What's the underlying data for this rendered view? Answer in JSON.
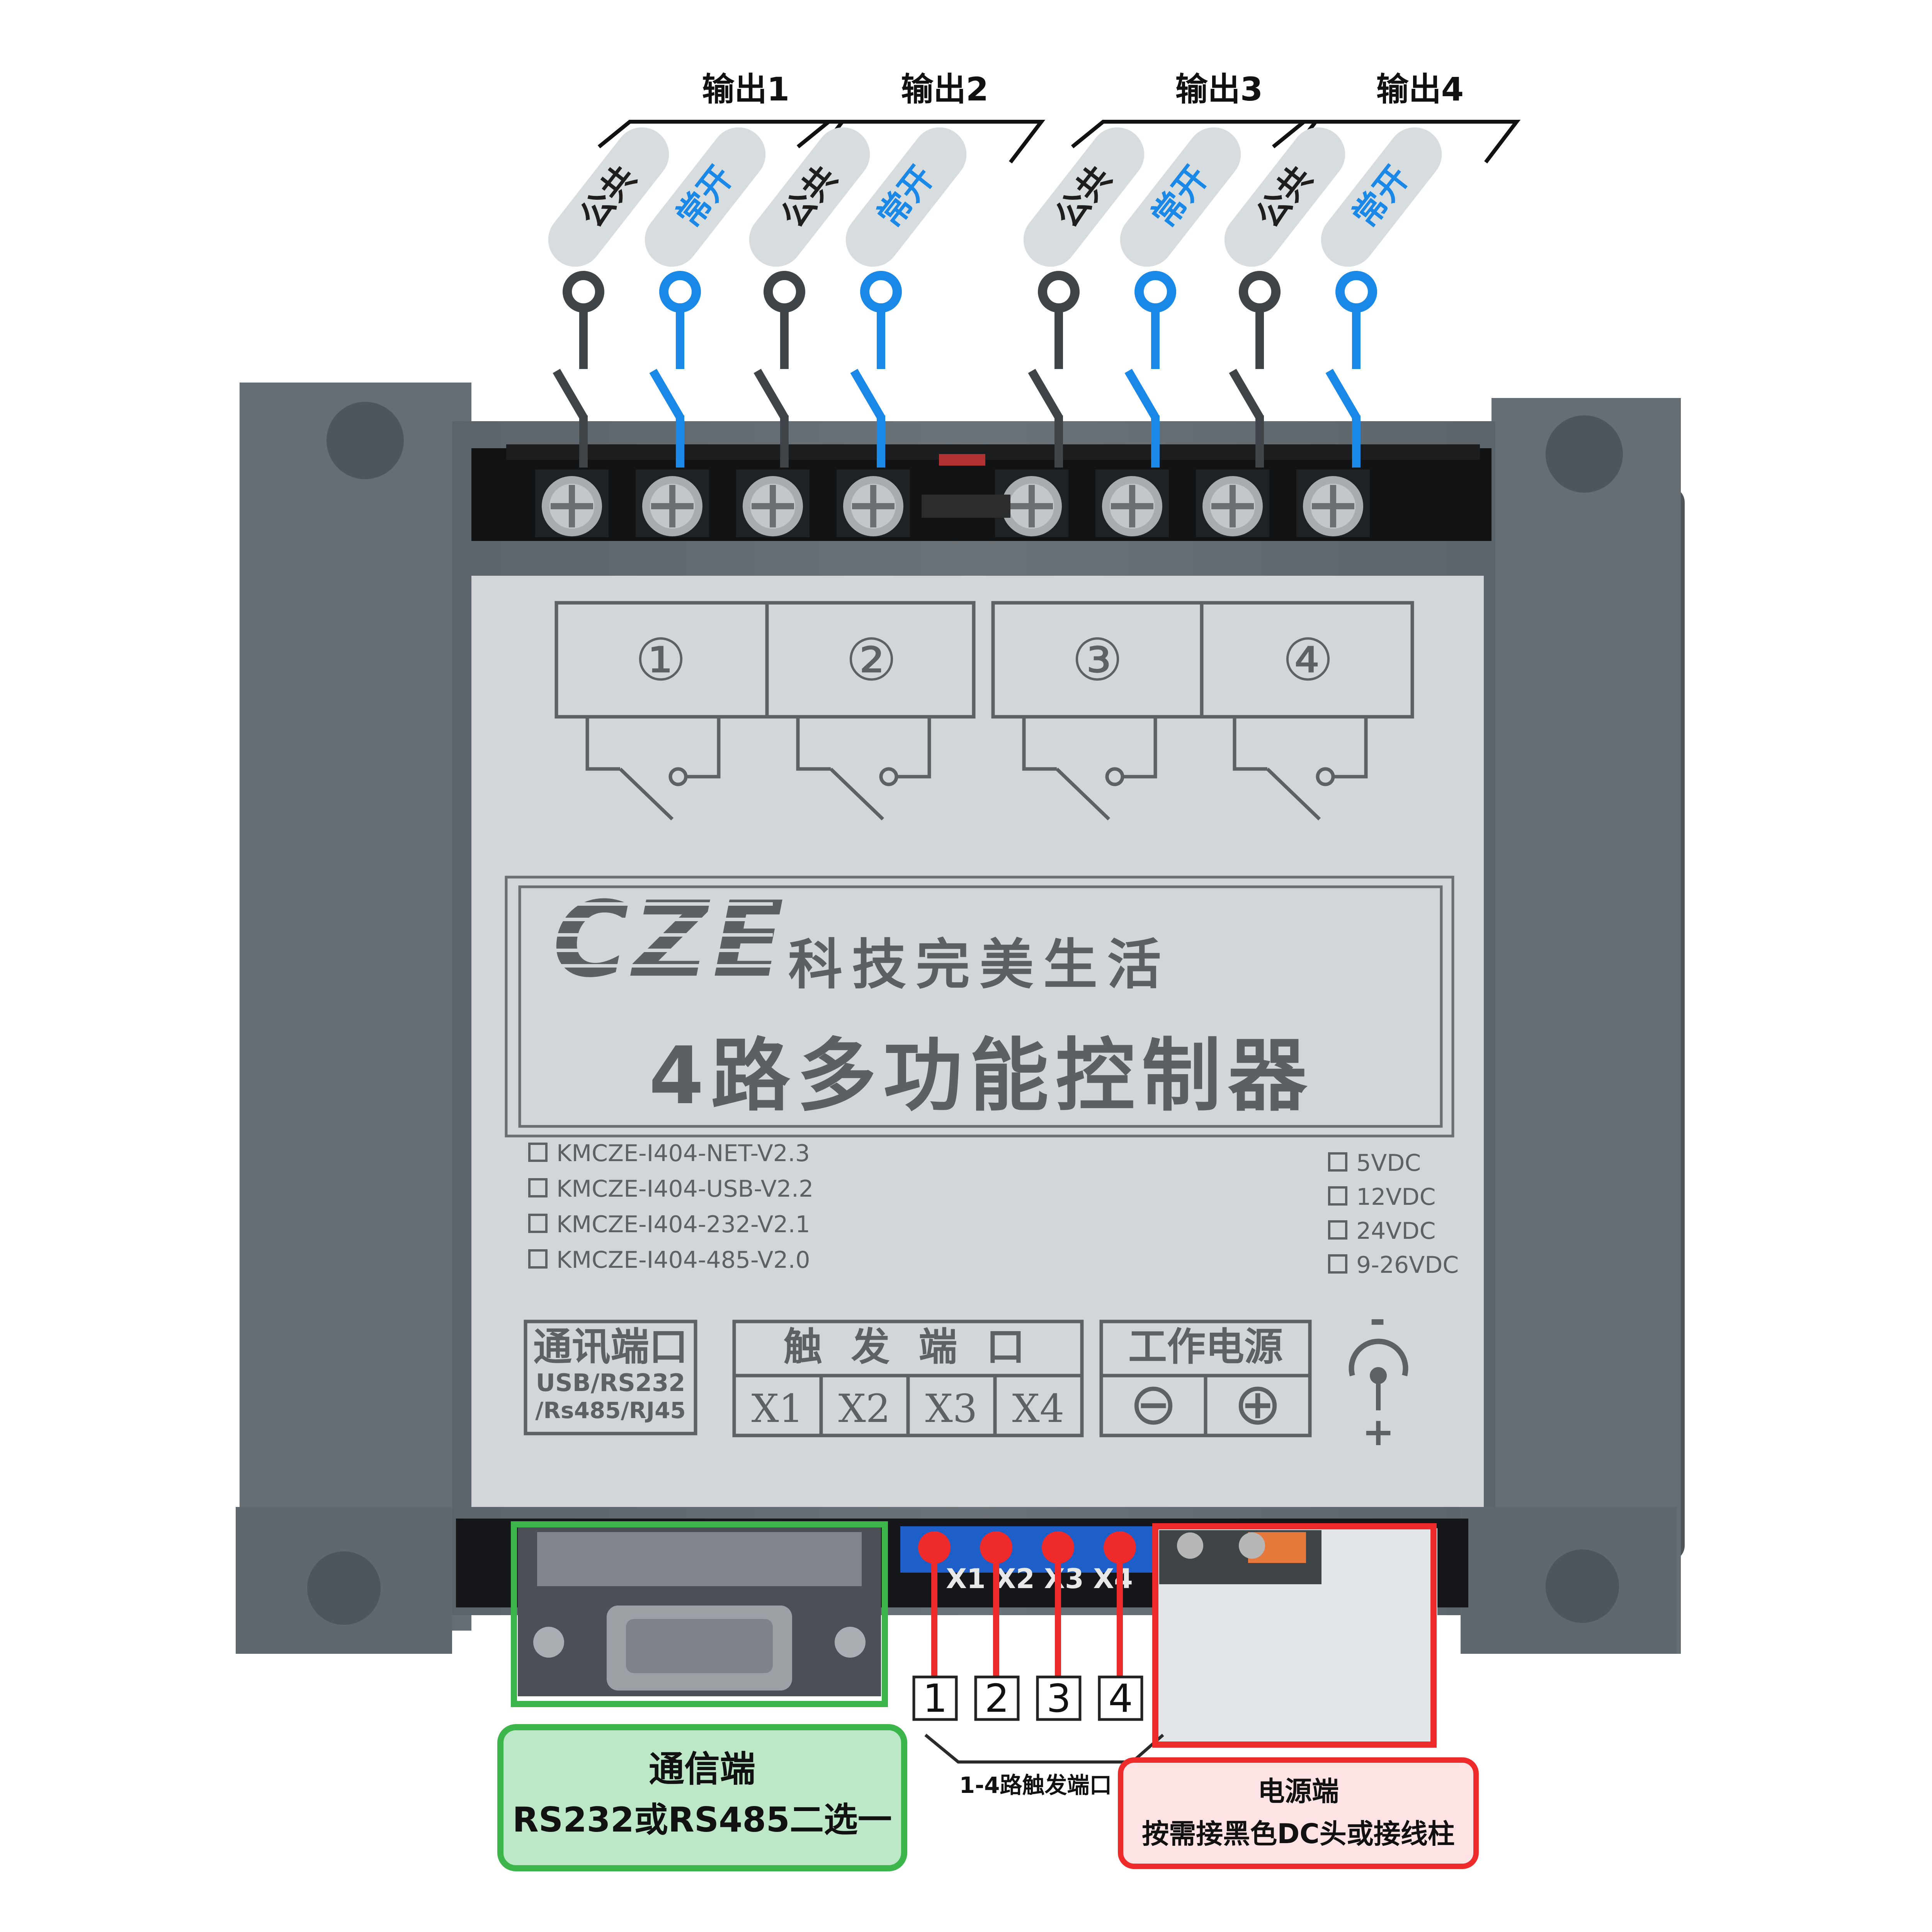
{
  "outputs": [
    {
      "title": "输出1",
      "common": "公共",
      "no": "常开"
    },
    {
      "title": "输出2",
      "common": "公共",
      "no": "常开"
    },
    {
      "title": "输出3",
      "common": "公共",
      "no": "常开"
    },
    {
      "title": "输出4",
      "common": "公共",
      "no": "常开"
    }
  ],
  "panel": {
    "relay_numbers": [
      "①",
      "②",
      "③",
      "④"
    ],
    "brand": "CZE",
    "slogan": "科技完美生活",
    "product_title": "4路多功能控制器",
    "models": [
      "KMCZE-I404-NET-V2.3",
      "KMCZE-I404-USB-V2.2",
      "KMCZE-I404-232-V2.1",
      "KMCZE-I404-485-V2.0"
    ],
    "voltages": [
      "5VDC",
      "12VDC",
      "24VDC",
      "9-26VDC"
    ],
    "comm_box": {
      "title": "通讯端口",
      "line1": "USB/RS232",
      "line2": "/Rs485/RJ45"
    },
    "trigger_box": {
      "title": "触 发 端 口",
      "ports": [
        "X1",
        "X2",
        "X3",
        "X4"
      ]
    },
    "power_box": {
      "title": "工作电源",
      "minus": "⊖",
      "plus": "⊕"
    },
    "dc_minus": "-",
    "dc_plus": "+"
  },
  "trigger_numbers": [
    "1",
    "2",
    "3",
    "4"
  ],
  "trigger_caption": "1-4路触发端口",
  "comm_label": {
    "line1": "通信端",
    "line2": "RS232或RS485二选一"
  },
  "power_label": {
    "line1": "电源端",
    "line2": "按需接黑色DC头或接线柱"
  },
  "colors": {
    "blue": "#1a88e6",
    "gray": "#3f4448",
    "red": "#ee2a2a",
    "green": "#3cb54a"
  }
}
